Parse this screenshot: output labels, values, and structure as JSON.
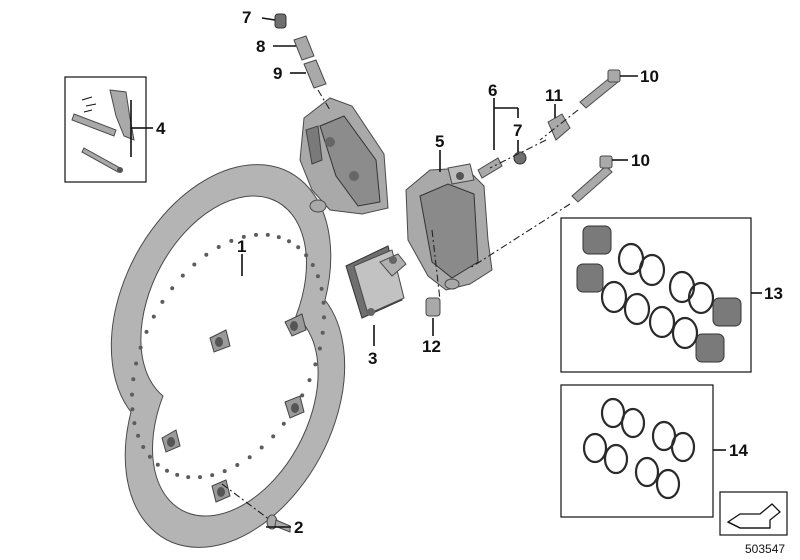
{
  "diagram": {
    "callouts": [
      {
        "id": "c1",
        "text": "1"
      },
      {
        "id": "c2",
        "text": "2"
      },
      {
        "id": "c3",
        "text": "3"
      },
      {
        "id": "c4",
        "text": "4"
      },
      {
        "id": "c5",
        "text": "5"
      },
      {
        "id": "c6",
        "text": "6"
      },
      {
        "id": "c7a",
        "text": "7"
      },
      {
        "id": "c7b",
        "text": "7"
      },
      {
        "id": "c8",
        "text": "8"
      },
      {
        "id": "c9",
        "text": "9"
      },
      {
        "id": "c10a",
        "text": "10"
      },
      {
        "id": "c10b",
        "text": "10"
      },
      {
        "id": "c11",
        "text": "11"
      },
      {
        "id": "c12",
        "text": "12"
      },
      {
        "id": "c13",
        "text": "13"
      },
      {
        "id": "c14",
        "text": "14"
      }
    ],
    "document_number": "503547",
    "colors": {
      "part_fill": "#a9a9a9",
      "part_dark": "#6f6f6f",
      "line": "#111111",
      "background": "#ffffff"
    },
    "icons": [
      "brake-disc-icon",
      "caliper-icon",
      "brake-pad-icon",
      "piston-icon",
      "seal-ring-icon",
      "bolt-icon",
      "direction-arrow-icon"
    ]
  }
}
